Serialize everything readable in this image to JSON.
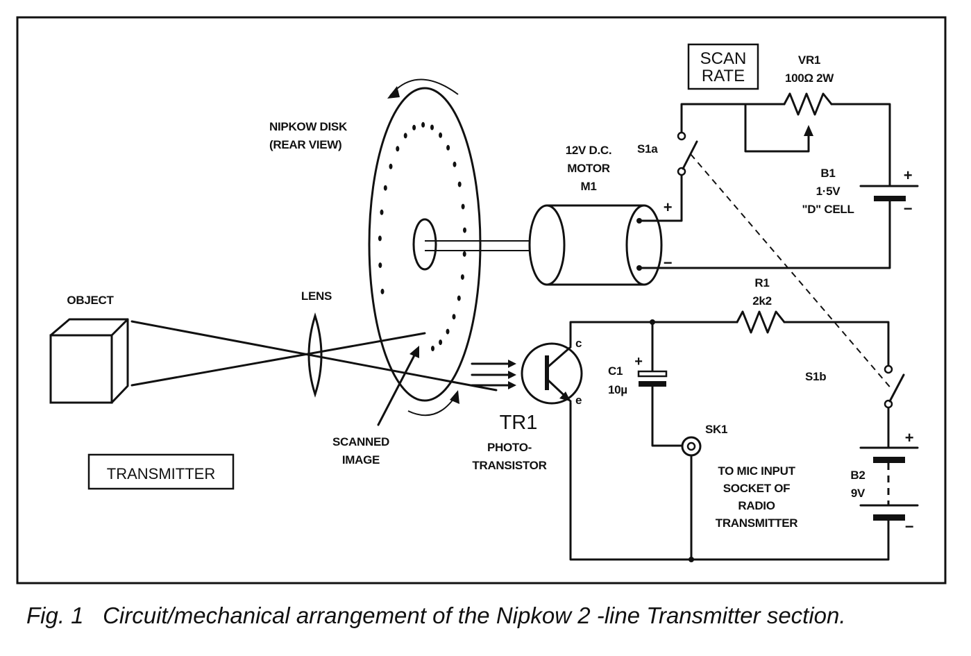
{
  "labels": {
    "scan_rate_line1": "SCAN",
    "scan_rate_line2": "RATE",
    "vr1_name": "VR1",
    "vr1_value": "100Ω 2W",
    "nipkow_line1": "NIPKOW DISK",
    "nipkow_line2": "(REAR VIEW)",
    "motor_line1": "12V D.C.",
    "motor_line2": "MOTOR",
    "motor_line3": "M1",
    "s1a": "S1a",
    "b1_name": "B1",
    "b1_value": "1·5V",
    "b1_type": "\"D\" CELL",
    "plus": "+",
    "minus": "−",
    "object": "OBJECT",
    "lens": "LENS",
    "r1_name": "R1",
    "r1_value": "2k2",
    "c1_name": "C1",
    "c1_value": "10µ",
    "s1b": "S1b",
    "collector": "c",
    "emitter": "e",
    "sk1": "SK1",
    "tr1": "TR1",
    "photo_line1": "PHOTO-",
    "photo_line2": "TRANSISTOR",
    "scanned_line1": "SCANNED",
    "scanned_line2": "IMAGE",
    "transmitter": "TRANSMITTER",
    "to_mic_line1": "TO MIC INPUT",
    "to_mic_line2": "SOCKET OF",
    "to_mic_line3": "RADIO",
    "to_mic_line4": "TRANSMITTER",
    "b2_name": "B2",
    "b2_value": "9V"
  },
  "caption": {
    "fig": "Fig. 1",
    "text": "Circuit/mechanical arrangement of the Nipkow 2  -line Transmitter section."
  },
  "colors": {
    "ink": "#111111",
    "paper": "#ffffff"
  }
}
